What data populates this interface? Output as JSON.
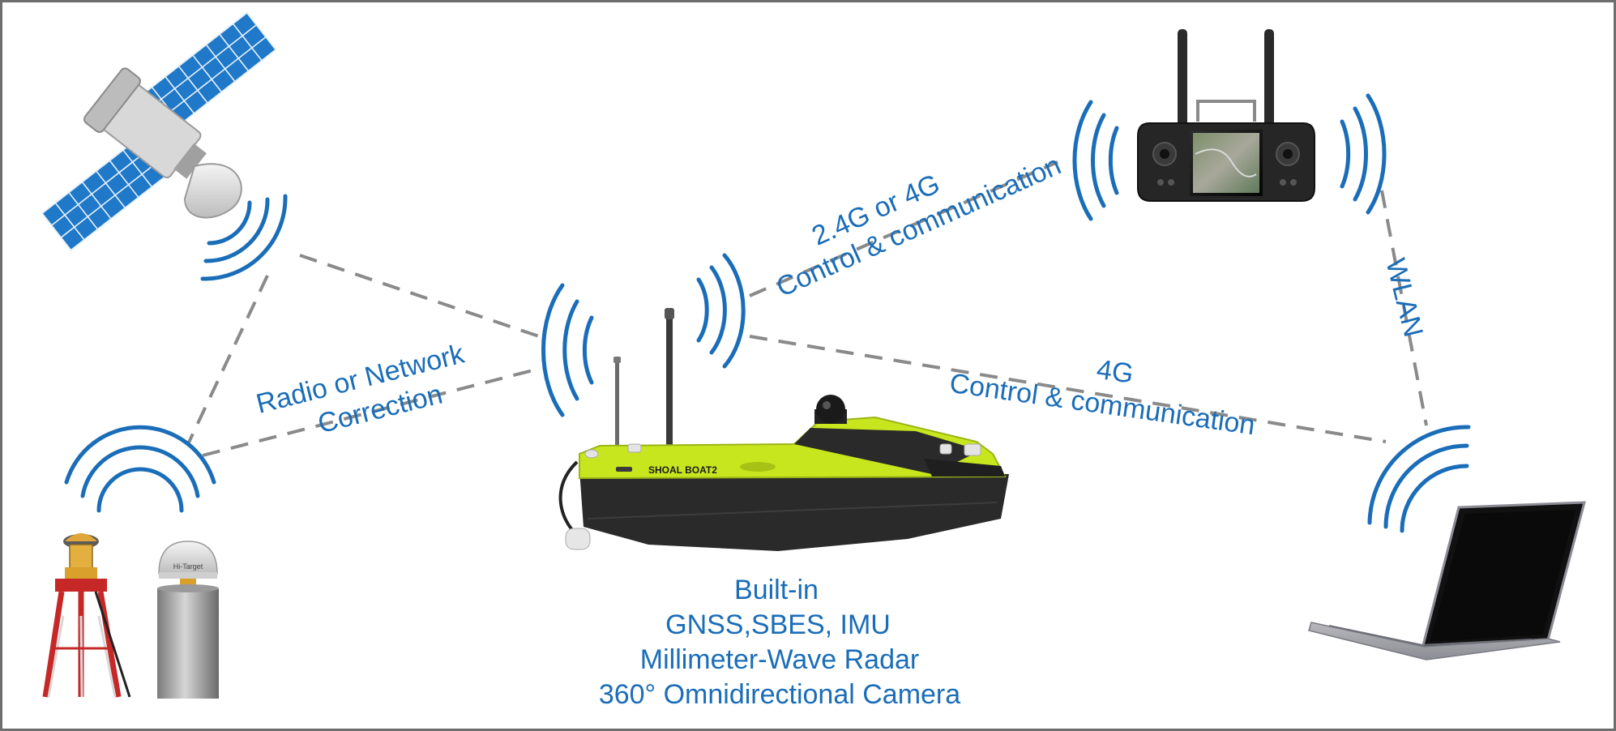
{
  "labels": {
    "radio_line1": "Radio or Network",
    "radio_line2": "Correction",
    "rc_line1": "2.4G or 4G",
    "rc_line2": "Control & communication",
    "pc_line1": "4G",
    "pc_line2": "Control & communication",
    "wlan": "WLAN",
    "boat_line1": "Built-in",
    "boat_line2": "GNSS,SBES, IMU",
    "boat_line3": "Millimeter-Wave Radar",
    "boat_line4": "360° Omnidirectional Camera"
  },
  "boat_brand": "SHOAL BOAT2",
  "base_brand": "Hi-Target",
  "colors": {
    "accent_blue": "#1a6db8",
    "link_gray": "#8a8a8a",
    "frame_gray": "#6e6e6e",
    "hull_green": "#c8e61e",
    "hull_dark": "#2a2a2a",
    "solar_blue": "#1f78c8"
  }
}
